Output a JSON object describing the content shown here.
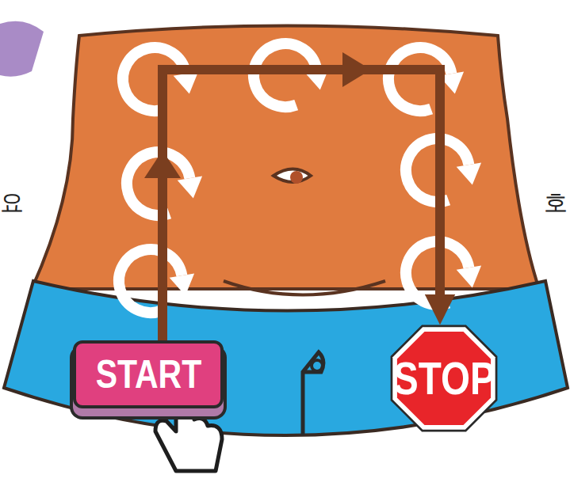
{
  "diagram": {
    "nodes": [
      {
        "text": [
          "START"
        ]
      },
      {
        "text": [
          "STOP"
        ]
      }
    ],
    "edges": [
      {
        "from": 0,
        "to": 1,
        "arrow": "to"
      }
    ],
    "labels": [
      "요",
      "호"
    ]
  }
}
